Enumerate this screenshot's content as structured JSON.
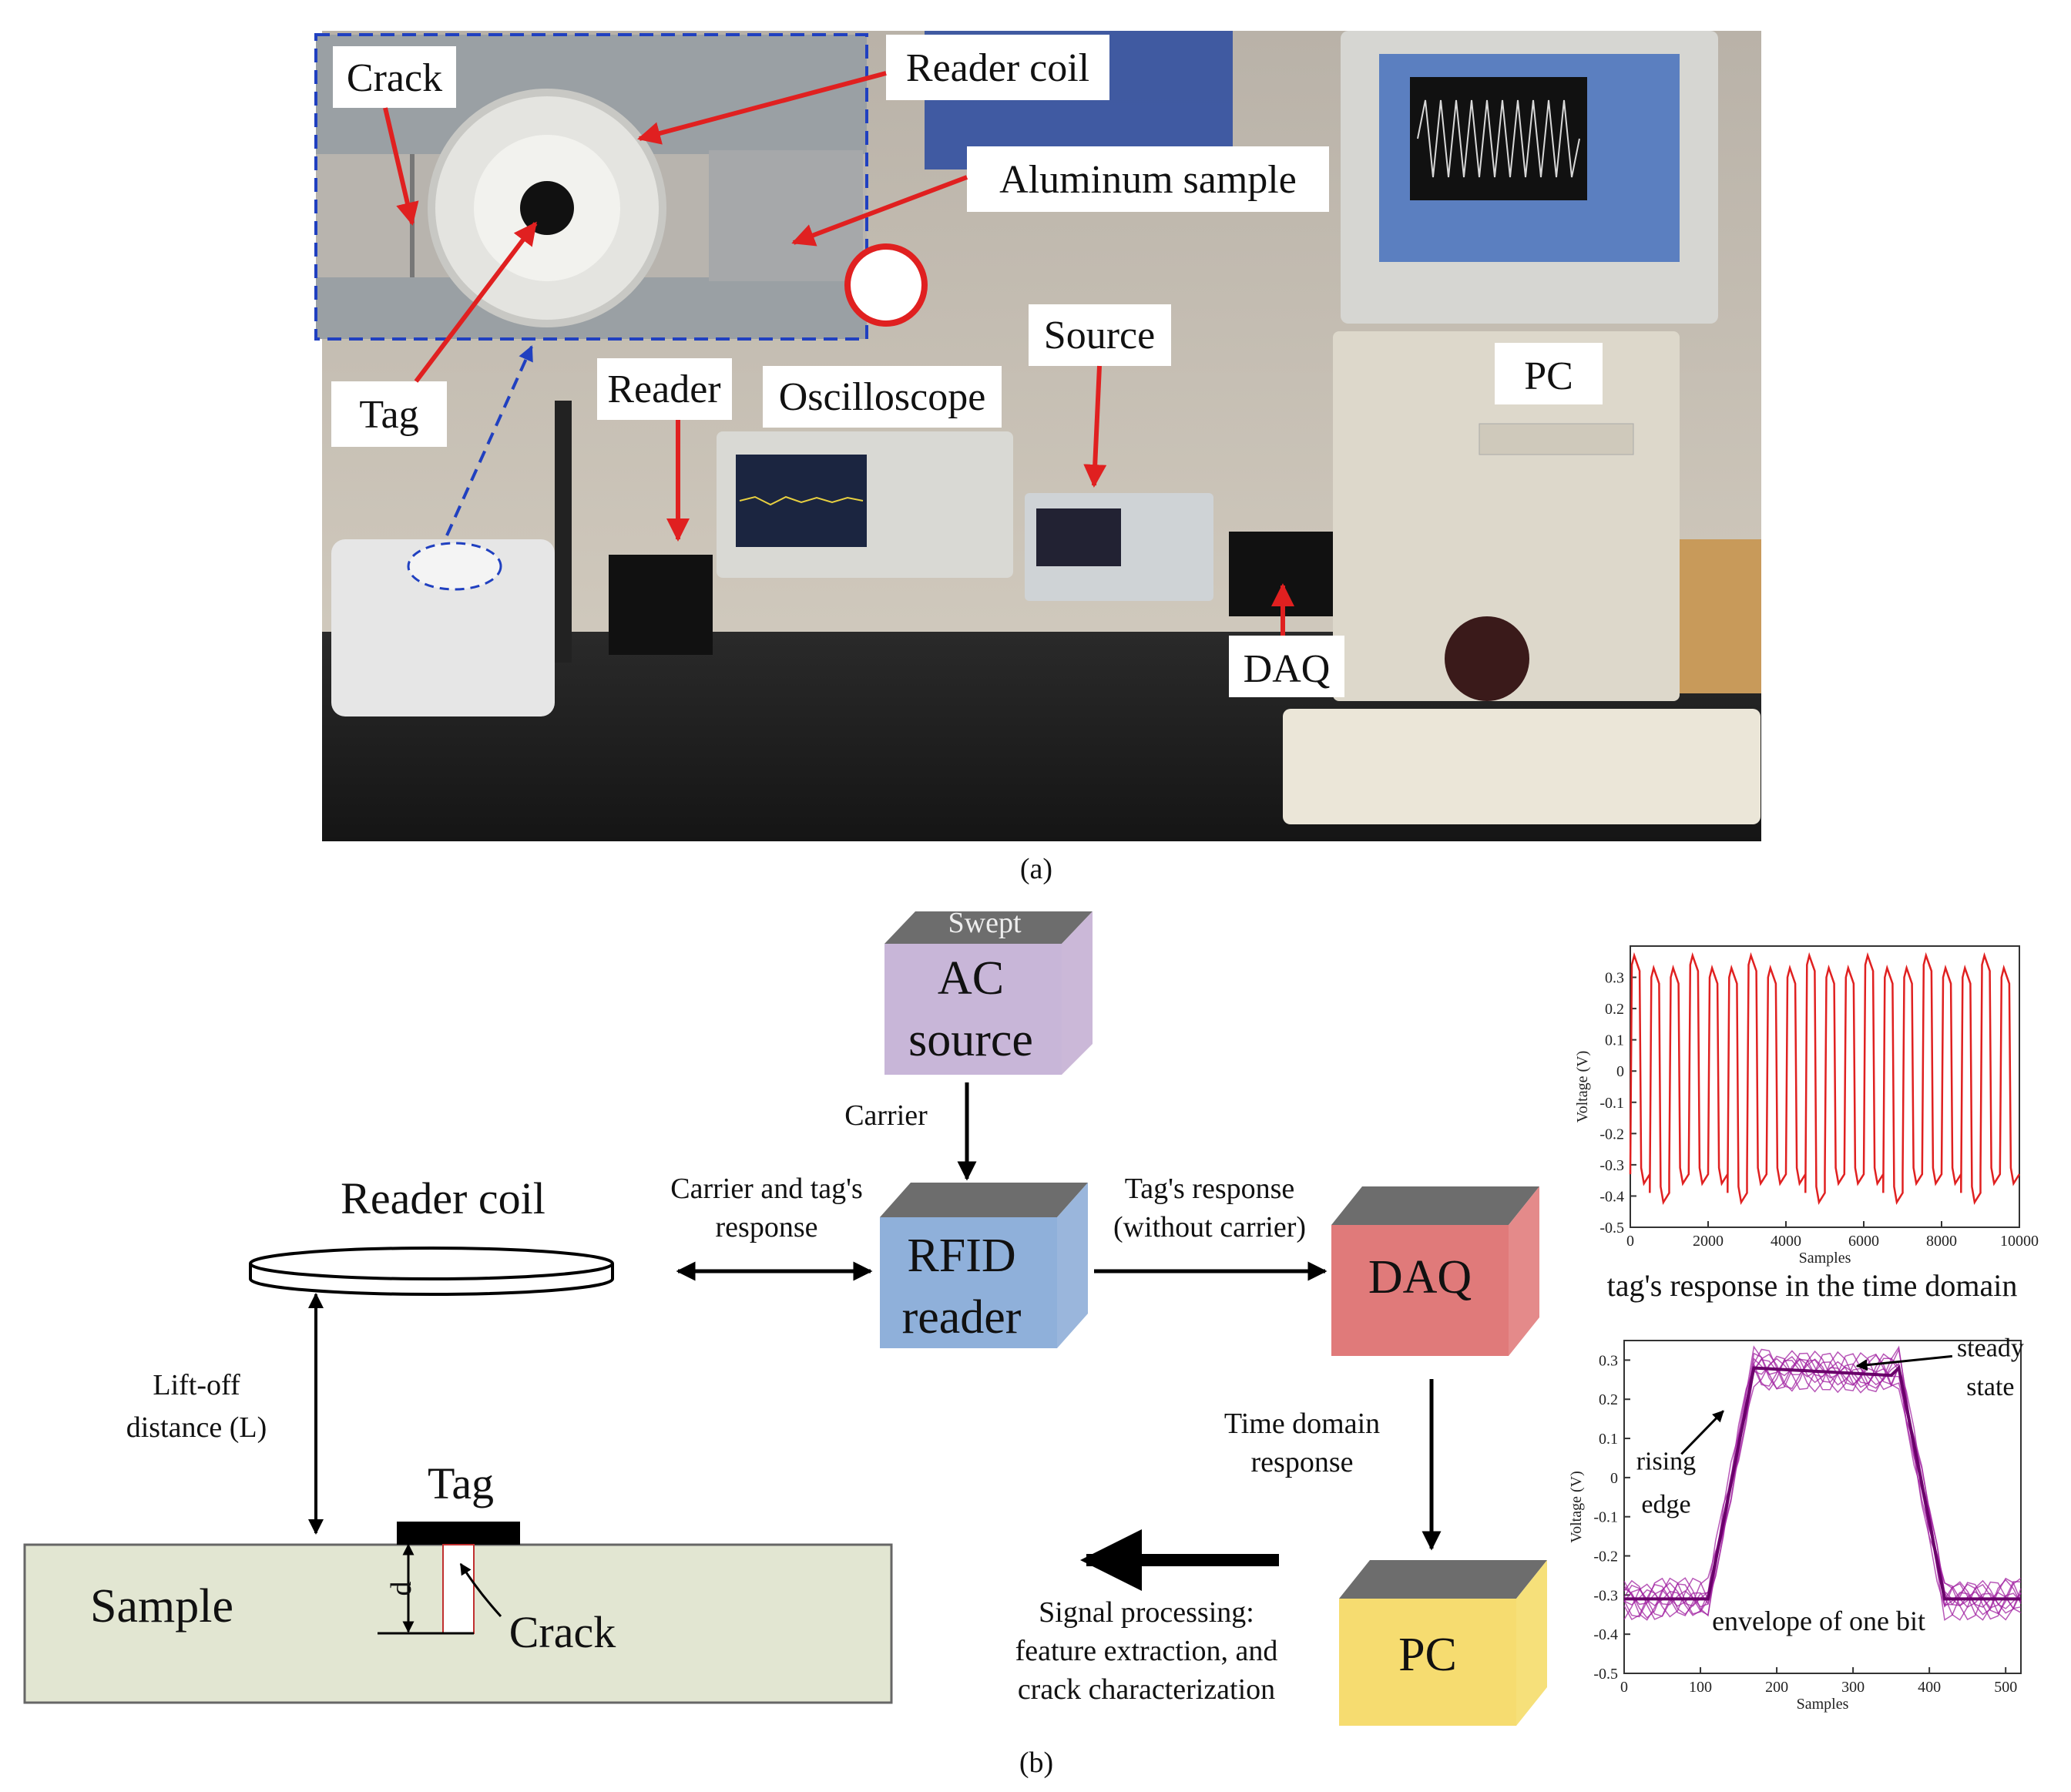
{
  "photo": {
    "labels": {
      "crack": "Crack",
      "reader_coil": "Reader coil",
      "aluminum_sample": "Aluminum sample",
      "tag": "Tag",
      "reader": "Reader",
      "oscilloscope": "Oscilloscope",
      "source": "Source",
      "pc": "PC",
      "daq": "DAQ"
    },
    "caption": "(a)"
  },
  "diagram": {
    "swept": "Swept",
    "ac_source": [
      "AC",
      "source"
    ],
    "carrier": "Carrier",
    "rfid_reader": [
      "RFID",
      "reader"
    ],
    "daq": "DAQ",
    "pc": "PC",
    "reader_coil": "Reader coil",
    "carrier_and_tag": [
      "Carrier and tag's",
      "response"
    ],
    "tags_response": [
      "Tag's  response",
      "(without carrier)"
    ],
    "lift_off": [
      "Lift-off",
      "distance (L)"
    ],
    "tag": "Tag",
    "sample": "Sample",
    "crack": "Crack",
    "d": "d",
    "time_domain": [
      "Time domain",
      "response"
    ],
    "signal_processing": [
      "Signal processing:",
      "feature extraction, and",
      "crack characterization"
    ],
    "caption": "(b)"
  },
  "chart_data": [
    {
      "type": "line",
      "caption": "tag's  response in the time domain",
      "xlabel": "Samples",
      "ylabel": "Voltage (V)",
      "xlim": [
        0,
        10000
      ],
      "ylim": [
        -0.5,
        0.4
      ],
      "xticks": [
        0,
        2000,
        4000,
        6000,
        8000,
        10000
      ],
      "yticks": [
        -0.5,
        -0.4,
        -0.3,
        -0.2,
        -0.1,
        0,
        0.1,
        0.2,
        0.3
      ],
      "square_wave": {
        "cycles": 20,
        "high": 0.3,
        "low": -0.33
      },
      "color": "#e02020"
    },
    {
      "type": "line",
      "caption": "envelope of one bit",
      "xlabel": "Samples",
      "ylabel": "Voltage (V)",
      "xlim": [
        0,
        520
      ],
      "ylim": [
        -0.5,
        0.35
      ],
      "xticks": [
        0,
        100,
        200,
        300,
        400,
        500
      ],
      "yticks": [
        -0.5,
        -0.4,
        -0.3,
        -0.2,
        -0.1,
        0,
        0.1,
        0.2,
        0.3
      ],
      "annotations": {
        "rising": [
          "rising",
          "edge"
        ],
        "steady": [
          "steady",
          "state"
        ]
      },
      "envelope": {
        "low": -0.31,
        "high": 0.28,
        "rise": [
          110,
          170
        ],
        "fall": [
          360,
          420
        ]
      },
      "color": "#a020a0"
    }
  ]
}
